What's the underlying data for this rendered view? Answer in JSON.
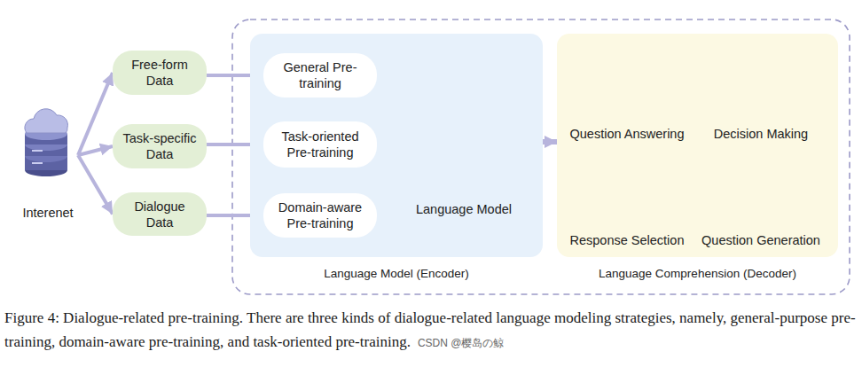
{
  "diagram": {
    "caption": "Figure 4: Dialogue-related pre-training. There are three kinds of dialogue-related language modeling strategies, namely, general-purpose pre-training, domain-aware pre-training, and task-oriented pre-training.",
    "nodes": [
      {
        "text": [
          "Interenet"
        ]
      },
      {
        "text": [
          "Free-form Data"
        ]
      },
      {
        "text": [
          "Task-specific Data"
        ]
      },
      {
        "text": [
          "Dialogue Data"
        ]
      },
      {
        "text": [
          "Language Model (Encoder)"
        ]
      },
      {
        "text": [
          "General Pre-training"
        ],
        "in": 4
      },
      {
        "text": [
          "Task-oriented Pre-training"
        ],
        "in": 4
      },
      {
        "text": [
          "Domain-aware Pre-training"
        ],
        "in": 4
      },
      {
        "text": [
          "Language Model"
        ],
        "in": 4
      },
      {
        "text": [
          "Language Comprehension (Decoder)"
        ]
      },
      {
        "text": [
          "Question Answering"
        ],
        "in": 9
      },
      {
        "text": [
          "Decision Making"
        ],
        "in": 9
      },
      {
        "text": [
          "Response Selection"
        ],
        "in": 9
      },
      {
        "text": [
          "Question Generation"
        ],
        "in": 9
      }
    ],
    "edges": [
      {
        "from": 0,
        "to": 1,
        "arrow": "to"
      },
      {
        "from": 0,
        "to": 2,
        "arrow": "to"
      },
      {
        "from": 0,
        "to": 3,
        "arrow": "to"
      },
      {
        "from": 1,
        "to": 5,
        "arrow": "to"
      },
      {
        "from": 2,
        "to": 6,
        "arrow": "to"
      },
      {
        "from": 3,
        "to": 7,
        "arrow": "to"
      },
      {
        "from": 5,
        "to": 8,
        "arrow": "to"
      },
      {
        "from": 6,
        "to": 8,
        "arrow": "to"
      },
      {
        "from": 7,
        "to": 8,
        "arrow": "to"
      },
      {
        "from": 8,
        "to": 9,
        "arrow": "to"
      }
    ],
    "labels": [
      "CSDN @樱岛の鲸"
    ]
  }
}
